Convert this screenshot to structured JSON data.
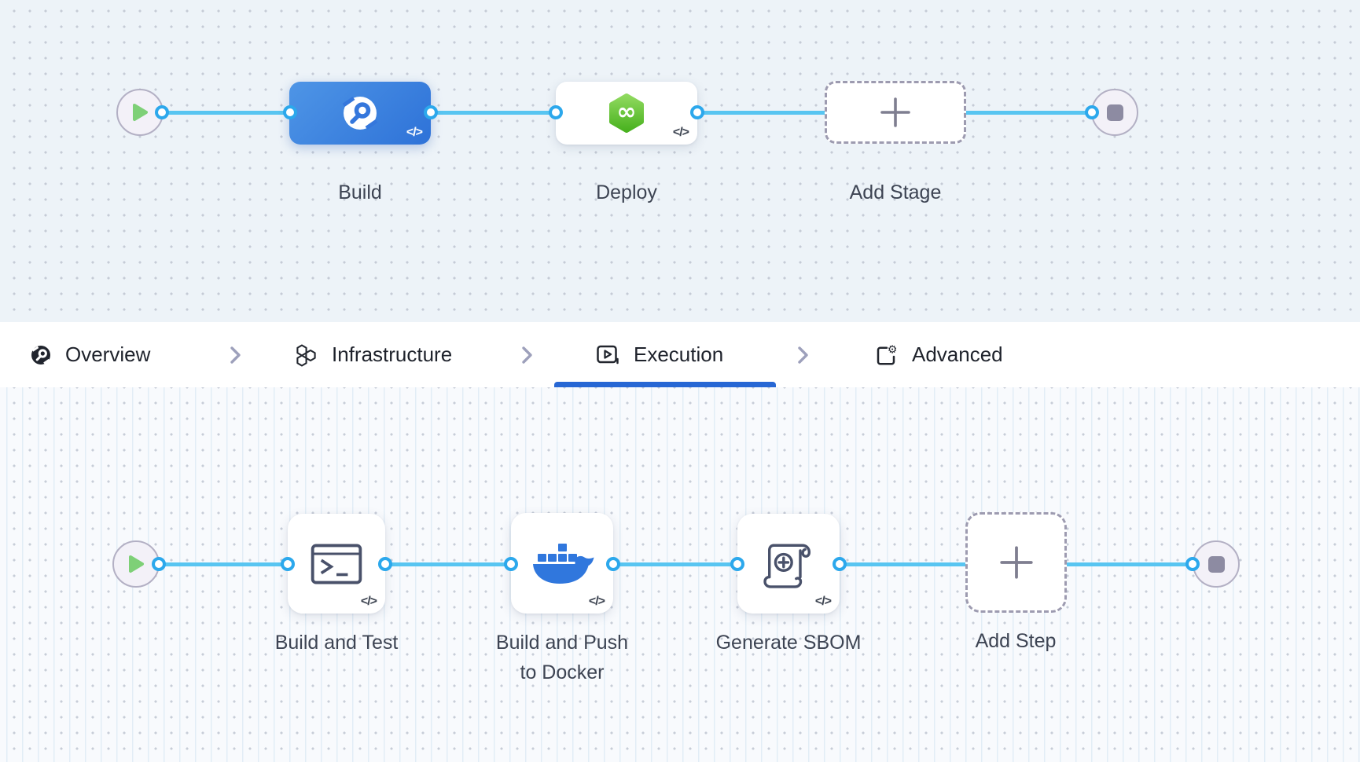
{
  "ui": {
    "code_glyph": "</>",
    "colors": {
      "canvas_top_bg": "#edf3f8",
      "canvas_bottom_bg": "#f8fafd",
      "connector_line": "#58c5f1",
      "connector_dot_ring": "#2ca8ec",
      "stage_blue_gradient": [
        "#4e95e6",
        "#2e72d8"
      ],
      "cd_green_gradient": [
        "#8fd95e",
        "#4ab220"
      ],
      "docker_blue": "#3077dd",
      "active_tab_underline": "#2767d4",
      "dashed_border": "#9d9bb0",
      "node_label_text": "#3d4453",
      "tab_text": "#1e222b",
      "play_green": "#7ed077",
      "stop_gray": "#8d8ba2"
    }
  },
  "stage_pipeline": {
    "start_icon": "play-icon",
    "end_icon": "stop-icon",
    "stages": [
      {
        "label": "Build",
        "icon": "harness-ci-icon",
        "has_code_toggle": true
      },
      {
        "label": "Deploy",
        "icon": "harness-cd-icon",
        "has_code_toggle": true
      },
      {
        "label": "Add Stage",
        "icon": "plus-icon",
        "has_code_toggle": false
      }
    ]
  },
  "tab_bar": {
    "items": [
      {
        "label": "Overview",
        "icon": "overview-icon",
        "active": false
      },
      {
        "label": "Infrastructure",
        "icon": "infrastructure-icon",
        "active": false
      },
      {
        "label": "Execution",
        "icon": "execution-icon",
        "active": true
      },
      {
        "label": "Advanced",
        "icon": "advanced-icon",
        "active": false
      }
    ]
  },
  "step_pipeline": {
    "start_icon": "play-icon",
    "end_icon": "stop-icon",
    "steps": [
      {
        "label": "Build and Test",
        "label_lines": [
          "Build and Test"
        ],
        "icon": "terminal-icon",
        "has_code_toggle": true
      },
      {
        "label": "Build and Push to Docker",
        "label_lines": [
          "Build and Push",
          "to Docker"
        ],
        "icon": "docker-icon",
        "has_code_toggle": true
      },
      {
        "label": "Generate SBOM",
        "label_lines": [
          "Generate SBOM"
        ],
        "icon": "sbom-scroll-icon",
        "has_code_toggle": true
      },
      {
        "label": "Add Step",
        "label_lines": [
          "Add Step"
        ],
        "icon": "plus-icon",
        "has_code_toggle": false
      }
    ]
  }
}
